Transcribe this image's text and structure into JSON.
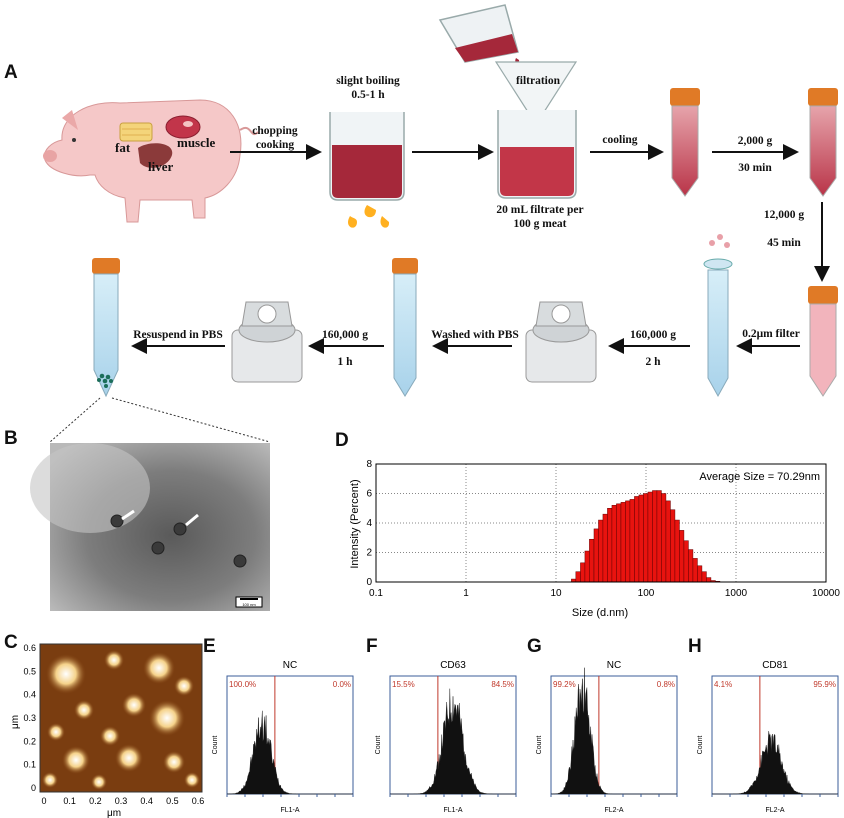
{
  "panels": {
    "a": "A",
    "b": "B",
    "c": "C",
    "d": "D",
    "e": "E",
    "f": "F",
    "g": "G",
    "h": "H"
  },
  "pig": {
    "fat": "fat",
    "muscle": "muscle",
    "liver": "liver"
  },
  "steps": {
    "chop1": "chopping",
    "chop2": "cooking",
    "boil1": "slight boiling",
    "boil2": "0.5-1 h",
    "filtration": "filtration",
    "filtrate1": "20 mL filtrate per",
    "filtrate2": "100 g meat",
    "cooling": "cooling",
    "c1_speed": "2,000 g",
    "c1_time": "30 min",
    "c2_speed": "12,000 g",
    "c2_time": "45 min",
    "filter": "0.2μm filter",
    "u1_speed": "160,000 g",
    "u1_time": "2 h",
    "wash": "Washed with PBS",
    "u2_speed": "160,000 g",
    "u2_time": "1 h",
    "resuspend": "Resuspend in PBS"
  },
  "tem": {
    "scalebar": "100 nm"
  },
  "afm": {
    "ylabel": "μm",
    "xlabel": "μm",
    "xticks": [
      "0",
      "0.1",
      "0.2",
      "0.3",
      "0.4",
      "0.5",
      "0.6"
    ],
    "yticks": [
      "0",
      "0.1",
      "0.2",
      "0.3",
      "0.4",
      "0.5",
      "0.6"
    ]
  },
  "chart_data": [
    {
      "type": "bar",
      "annotation": "Average Size = 70.29nm",
      "xlabel": "Size (d.nm)",
      "ylabel": "Intensity (Percent)",
      "xscale": "log",
      "xlim": [
        0.1,
        10000
      ],
      "ylim": [
        0,
        8
      ],
      "xticks": [
        "0.1",
        "1",
        "10",
        "100",
        "1000",
        "10000"
      ],
      "yticks": [
        "0",
        "2",
        "4",
        "6",
        "8"
      ],
      "grid": true,
      "color": "#e8130f",
      "x": [
        15.7,
        17.6,
        19.8,
        22.2,
        24.9,
        28.0,
        31.4,
        35.2,
        39.5,
        44.3,
        49.7,
        55.8,
        62.6,
        70.2,
        78.8,
        88.4,
        99.2,
        111.3,
        124.9,
        140.1,
        157.2,
        176.4,
        197.9,
        222.0,
        249.1,
        279.5,
        313.6,
        351.9,
        394.8,
        443.0,
        497.0,
        557.7,
        625.7
      ],
      "values": [
        0.2,
        0.7,
        1.3,
        2.1,
        2.9,
        3.6,
        4.2,
        4.6,
        5.0,
        5.2,
        5.3,
        5.4,
        5.5,
        5.6,
        5.8,
        5.9,
        6.0,
        6.1,
        6.2,
        6.2,
        6.0,
        5.5,
        4.9,
        4.2,
        3.5,
        2.8,
        2.2,
        1.6,
        1.1,
        0.7,
        0.3,
        0.1,
        0.05
      ]
    },
    {
      "type": "histogram",
      "panel": "E",
      "title": "NC",
      "xlabel": "FL1-A",
      "ylabel": "Count",
      "left_pct": "100.0%",
      "right_pct": "0.0%"
    },
    {
      "type": "histogram",
      "panel": "F",
      "title": "CD63",
      "xlabel": "FL1-A",
      "ylabel": "Count",
      "left_pct": "15.5%",
      "right_pct": "84.5%"
    },
    {
      "type": "histogram",
      "panel": "G",
      "title": "NC",
      "xlabel": "FL2-A",
      "ylabel": "Count",
      "left_pct": "99.2%",
      "right_pct": "0.8%"
    },
    {
      "type": "histogram",
      "panel": "H",
      "title": "CD81",
      "xlabel": "FL2-A",
      "ylabel": "Count",
      "left_pct": "4.1%",
      "right_pct": "95.9%"
    }
  ],
  "colors": {
    "meat": "#a5283a",
    "pig": "#f4c4c4",
    "tube_cap": "#e07a26",
    "pbs": "#bfe0f0",
    "red": "#e8130f",
    "gate": "#c0392b",
    "axis_blue": "#3b5e9a"
  }
}
